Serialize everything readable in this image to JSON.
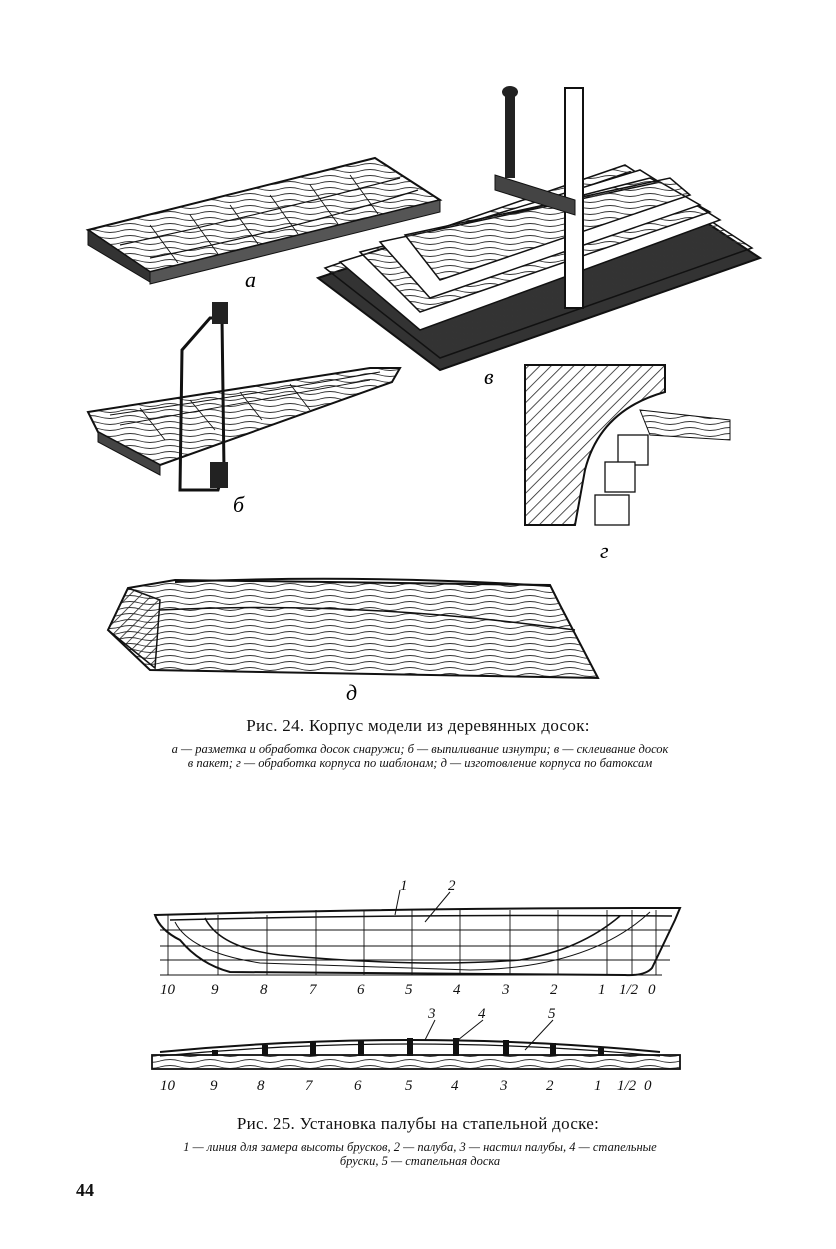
{
  "figure24": {
    "labels": {
      "a": "а",
      "b": "б",
      "v": "в",
      "g": "г",
      "d": "д"
    },
    "title": "Рис. 24. Корпус модели из деревянных досок:",
    "legend_line1": "а — разметка и обработка досок снаружи; б — выпиливание изнутри; в — склеивание досок",
    "legend_line2": "в пакет; г — обработка корпуса по шаблонам; д — изготовление корпуса по батоксам"
  },
  "figure25": {
    "stations_top": [
      "10",
      "9",
      "8",
      "7",
      "6",
      "5",
      "4",
      "3",
      "2",
      "1",
      "1/2",
      "0"
    ],
    "stations_bottom": [
      "10",
      "9",
      "8",
      "7",
      "6",
      "5",
      "4",
      "3",
      "2",
      "1",
      "1/2",
      "0"
    ],
    "callouts_top": [
      "1",
      "2"
    ],
    "callouts_bottom": [
      "3",
      "4",
      "5"
    ],
    "title": "Рис. 25. Установка палубы на стапельной доске:",
    "legend_line1": "1 — линия для замера высоты брусков, 2 — палуба, 3 — настил палубы, 4 — стапельные",
    "legend_line2": "бруски, 5 — стапельная доска"
  },
  "page_number": "44"
}
